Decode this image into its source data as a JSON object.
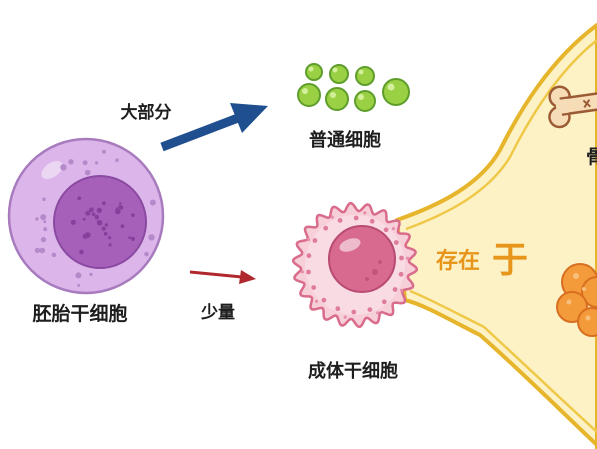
{
  "labels": {
    "embryonic_stem_cell": "胚胎干细胞",
    "majority": "大部分",
    "ordinary_cells": "普通细胞",
    "small_amount": "少量",
    "adult_stem_cell": "成体干细胞",
    "exist_in_part1": "存在",
    "exist_in_part2": "于",
    "bone": "骨"
  },
  "colors": {
    "embryonic_cell": "#dcb6ea",
    "embryonic_nucleus": "#a660b9",
    "ordinary_cells": "#9ad043",
    "adult_cell": "#f7cfd9",
    "adult_nucleus": "#d8698f",
    "majority_arrow": "#1f4f8f",
    "small_amount_arrow": "#b0272d",
    "niche_fill": "#fdf2c6",
    "niche_outline": "#e6b52c",
    "exist_in_text": "#e8951c",
    "fat_tissue": "#f39a3b",
    "bone": "#f6ddb8"
  }
}
